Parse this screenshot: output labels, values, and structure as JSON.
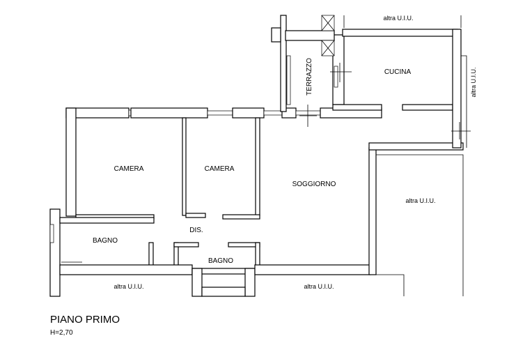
{
  "rooms": {
    "camera_1": "CAMERA",
    "camera_2": "CAMERA",
    "soggiorno": "SOGGIORNO",
    "cucina": "CUCINA",
    "terrazzo": "TERRAZZO",
    "bagno_1": "BAGNO",
    "bagno_2": "BAGNO",
    "dis": "DIS."
  },
  "neighbours": {
    "top": "altra U.I.U.",
    "right_vertical": "altra U.I.U.",
    "right": "altra U.I.U.",
    "bottom_left": "altra U.I.U.",
    "bottom_right": "altra U.I.U."
  },
  "caption": {
    "title": "PIANO PRIMO",
    "height": "H=2,70"
  }
}
